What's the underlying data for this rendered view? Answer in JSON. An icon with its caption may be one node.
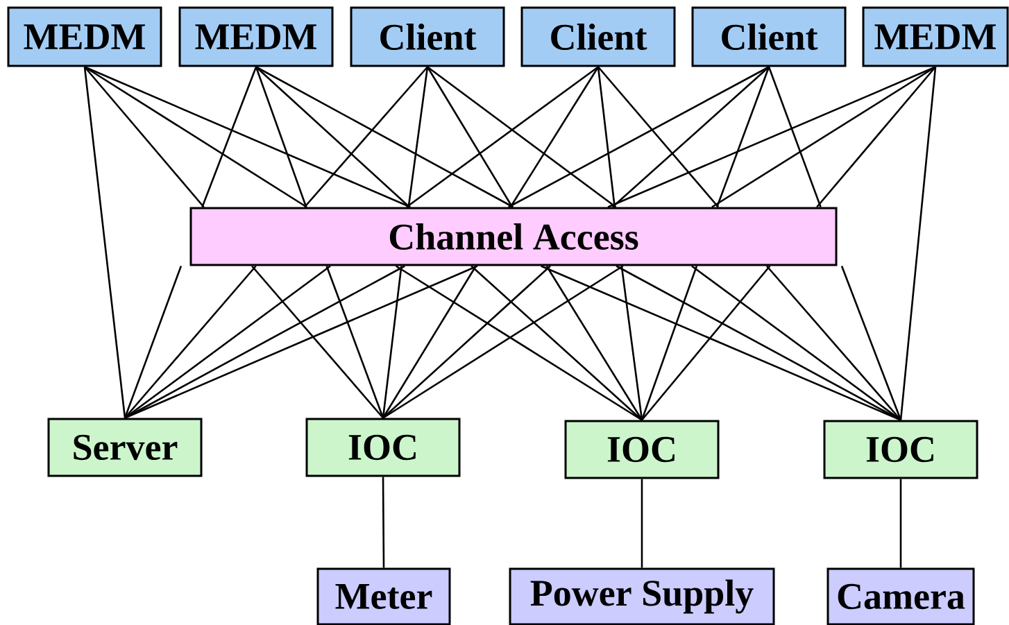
{
  "diagram": {
    "nodes": [
      {
        "text": [
          "MEDM"
        ]
      },
      {
        "text": [
          "MEDM"
        ]
      },
      {
        "text": [
          "Client"
        ]
      },
      {
        "text": [
          "Client"
        ]
      },
      {
        "text": [
          "Client"
        ]
      },
      {
        "text": [
          "MEDM"
        ]
      },
      {
        "text": [
          "Channel Access"
        ]
      },
      {
        "text": [
          "Server"
        ]
      },
      {
        "text": [
          "IOC"
        ]
      },
      {
        "text": [
          "IOC"
        ]
      },
      {
        "text": [
          "IOC"
        ]
      },
      {
        "text": [
          "Meter"
        ]
      },
      {
        "text": [
          "Power Supply"
        ]
      },
      {
        "text": [
          "Camera"
        ]
      }
    ],
    "edges": [
      {
        "from": 0,
        "to": 7,
        "arrow": "none"
      },
      {
        "from": 0,
        "to": 6,
        "arrow": "none"
      },
      {
        "from": 0,
        "to": 6,
        "arrow": "none"
      },
      {
        "from": 0,
        "to": 6,
        "arrow": "none"
      },
      {
        "from": 1,
        "to": 6,
        "arrow": "none"
      },
      {
        "from": 1,
        "to": 6,
        "arrow": "none"
      },
      {
        "from": 1,
        "to": 6,
        "arrow": "none"
      },
      {
        "from": 1,
        "to": 6,
        "arrow": "none"
      },
      {
        "from": 2,
        "to": 6,
        "arrow": "none"
      },
      {
        "from": 2,
        "to": 6,
        "arrow": "none"
      },
      {
        "from": 2,
        "to": 6,
        "arrow": "none"
      },
      {
        "from": 2,
        "to": 6,
        "arrow": "none"
      },
      {
        "from": 3,
        "to": 6,
        "arrow": "none"
      },
      {
        "from": 3,
        "to": 6,
        "arrow": "none"
      },
      {
        "from": 3,
        "to": 6,
        "arrow": "none"
      },
      {
        "from": 3,
        "to": 6,
        "arrow": "none"
      },
      {
        "from": 4,
        "to": 6,
        "arrow": "none"
      },
      {
        "from": 4,
        "to": 6,
        "arrow": "none"
      },
      {
        "from": 4,
        "to": 6,
        "arrow": "none"
      },
      {
        "from": 4,
        "to": 6,
        "arrow": "none"
      },
      {
        "from": 5,
        "to": 6,
        "arrow": "none"
      },
      {
        "from": 5,
        "to": 6,
        "arrow": "none"
      },
      {
        "from": 5,
        "to": 6,
        "arrow": "none"
      },
      {
        "from": 5,
        "to": 10,
        "arrow": "none"
      },
      {
        "from": 6,
        "to": 7,
        "arrow": "none"
      },
      {
        "from": 6,
        "to": 7,
        "arrow": "none"
      },
      {
        "from": 6,
        "to": 7,
        "arrow": "none"
      },
      {
        "from": 6,
        "to": 7,
        "arrow": "none"
      },
      {
        "from": 6,
        "to": 7,
        "arrow": "none"
      },
      {
        "from": 6,
        "to": 8,
        "arrow": "none"
      },
      {
        "from": 6,
        "to": 8,
        "arrow": "none"
      },
      {
        "from": 6,
        "to": 8,
        "arrow": "none"
      },
      {
        "from": 6,
        "to": 8,
        "arrow": "none"
      },
      {
        "from": 6,
        "to": 8,
        "arrow": "none"
      },
      {
        "from": 6,
        "to": 8,
        "arrow": "none"
      },
      {
        "from": 6,
        "to": 9,
        "arrow": "none"
      },
      {
        "from": 6,
        "to": 9,
        "arrow": "none"
      },
      {
        "from": 6,
        "to": 9,
        "arrow": "none"
      },
      {
        "from": 6,
        "to": 9,
        "arrow": "none"
      },
      {
        "from": 6,
        "to": 9,
        "arrow": "none"
      },
      {
        "from": 6,
        "to": 9,
        "arrow": "none"
      },
      {
        "from": 6,
        "to": 10,
        "arrow": "none"
      },
      {
        "from": 6,
        "to": 10,
        "arrow": "none"
      },
      {
        "from": 6,
        "to": 10,
        "arrow": "none"
      },
      {
        "from": 6,
        "to": 10,
        "arrow": "none"
      },
      {
        "from": 6,
        "to": 10,
        "arrow": "none"
      },
      {
        "from": 8,
        "to": 11,
        "arrow": "none"
      },
      {
        "from": 9,
        "to": 12,
        "arrow": "none"
      },
      {
        "from": 10,
        "to": 13,
        "arrow": "none"
      }
    ]
  }
}
